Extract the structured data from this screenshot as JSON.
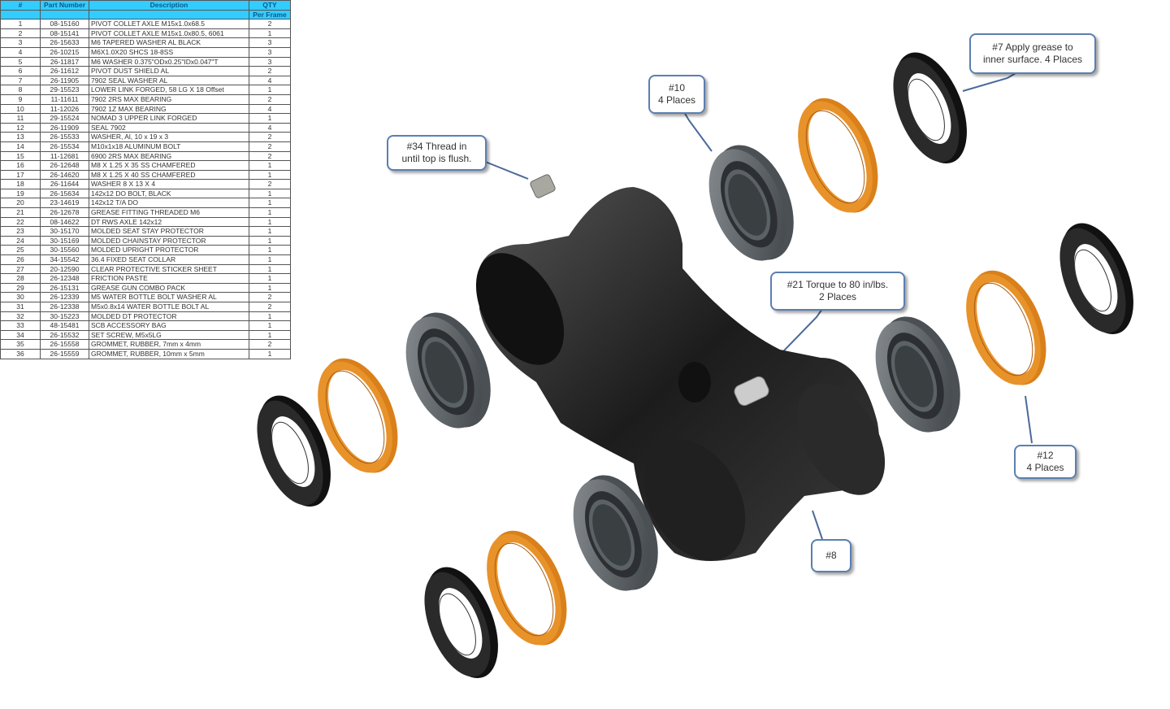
{
  "table": {
    "headers": {
      "num": "#",
      "part": "Part Number",
      "desc": "Description",
      "qty": "QTY",
      "qty2": "Per Frame"
    },
    "rows": [
      [
        "1",
        "08-15160",
        "PIVOT COLLET AXLE M15x1.0x68.5",
        "2"
      ],
      [
        "2",
        "08-15141",
        "PIVOT COLLET AXLE M15x1.0x80.5, 6061",
        "1"
      ],
      [
        "3",
        "26-15633",
        "M6 TAPERED WASHER AL BLACK",
        "3"
      ],
      [
        "4",
        "26-10215",
        "M6X1.0X20 SHCS 18-8SS",
        "3"
      ],
      [
        "5",
        "26-11817",
        "M6 WASHER 0.375\"ODx0.25\"IDx0.047\"T",
        "3"
      ],
      [
        "6",
        "26-11612",
        "PIVOT DUST SHIELD AL",
        "2"
      ],
      [
        "7",
        "26-11905",
        "7902 SEAL WASHER AL",
        "4"
      ],
      [
        "8",
        "29-15523",
        " LOWER LINK FORGED, 58 LG X 18 Offset",
        "1"
      ],
      [
        "9",
        "11-11611",
        "7902 2RS MAX BEARING",
        "2"
      ],
      [
        "10",
        "11-12026",
        "7902 1Z MAX BEARING",
        "4"
      ],
      [
        "11",
        "29-15524",
        "NOMAD 3 UPPER LINK FORGED",
        "1"
      ],
      [
        "12",
        "26-11909",
        "SEAL 7902",
        "4"
      ],
      [
        "13",
        "26-15533",
        "WASHER, Al, 10 x 19 x 3",
        "2"
      ],
      [
        "14",
        "26-15534",
        "M10x1x18 ALUMINUM BOLT",
        "2"
      ],
      [
        "15",
        "11-12681",
        "6900 2RS MAX BEARING",
        "2"
      ],
      [
        "16",
        "26-12648",
        "M8 X 1.25 X 35 SS CHAMFERED",
        "1"
      ],
      [
        "17",
        "26-14620",
        "M8 X 1.25 X 40 SS CHAMFERED",
        "1"
      ],
      [
        "18",
        "26-11644",
        "WASHER 8 X 13 X 4",
        "2"
      ],
      [
        "19",
        "26-15634",
        "142x12 DO BOLT, BLACK",
        "1"
      ],
      [
        "20",
        "23-14619",
        "142x12 T/A DO",
        "1"
      ],
      [
        "21",
        "26-12678",
        "GREASE FITTING THREADED M6",
        "1"
      ],
      [
        "22",
        "08-14622",
        "DT RWS AXLE 142x12",
        "1"
      ],
      [
        "23",
        "30-15170",
        "MOLDED SEAT STAY PROTECTOR",
        "1"
      ],
      [
        "24",
        "30-15169",
        "MOLDED CHAINSTAY PROTECTOR",
        "1"
      ],
      [
        "25",
        "30-15560",
        "MOLDED UPRIGHT PROTECTOR",
        "1"
      ],
      [
        "26",
        "34-15542",
        "36.4 FIXED SEAT COLLAR",
        "1"
      ],
      [
        "27",
        "20-12590",
        "CLEAR PROTECTIVE STICKER SHEET",
        "1"
      ],
      [
        "28",
        "26-12348",
        "FRICTION PASTE",
        "1"
      ],
      [
        "29",
        "26-15131",
        "GREASE GUN COMBO PACK",
        "1"
      ],
      [
        "30",
        "26-12339",
        "M5 WATER BOTTLE BOLT WASHER AL",
        "2"
      ],
      [
        "31",
        "26-12338",
        "M5x0.8x14 WATER BOTTLE BOLT AL",
        "2"
      ],
      [
        "32",
        "30-15223",
        "MOLDED DT PROTECTOR",
        "1"
      ],
      [
        "33",
        "48-15481",
        "SCB ACCESSORY BAG",
        "1"
      ],
      [
        "34",
        "26-15532",
        "SET SCREW, M5x5LG",
        "1"
      ],
      [
        "35",
        "26-15558",
        "GROMMET, RUBBER, 7mm x 4mm",
        "2"
      ],
      [
        "36",
        "26-15559",
        "GROMMET, RUBBER, 10mm x 5mm",
        "1"
      ]
    ]
  },
  "callouts": {
    "c7": [
      "#7 Apply grease to",
      "inner surface. 4 Places"
    ],
    "c10": [
      "#10",
      "4 Places"
    ],
    "c34": [
      "#34 Thread in",
      "until top is flush."
    ],
    "c21": [
      "#21 Torque to 80 in/lbs.",
      "2 Places"
    ],
    "c12": [
      "#12",
      "4 Places"
    ],
    "c8": [
      "#8"
    ]
  },
  "colors": {
    "header": "#33ccff",
    "orange": "#d9801a",
    "callout_border": "#5a7fb0"
  }
}
